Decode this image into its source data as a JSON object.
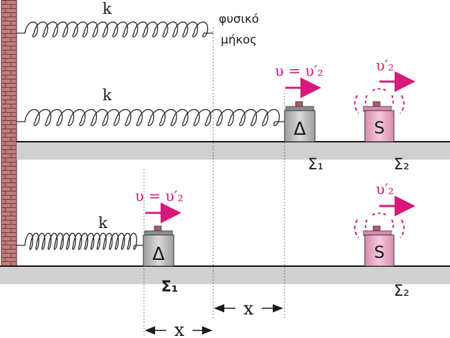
{
  "labels": {
    "spring_k": "k",
    "natural_length": [
      "φυσικό",
      "μήκος"
    ],
    "velocity_top": "υ = υ′₂",
    "velocity_bottom": "υ = υ′₂",
    "velocity_s": "υ′₂",
    "block_delta": "Δ",
    "block_s": "S",
    "body1": "Σ₁",
    "body2": "Σ₂",
    "dist_x": "x"
  },
  "colors": {
    "accent": "#d6197a",
    "floor": "#c9c9c9",
    "block_delta": "#b3b3b3",
    "block_s": "#e9a9c7",
    "wall": "#c47a7f"
  }
}
